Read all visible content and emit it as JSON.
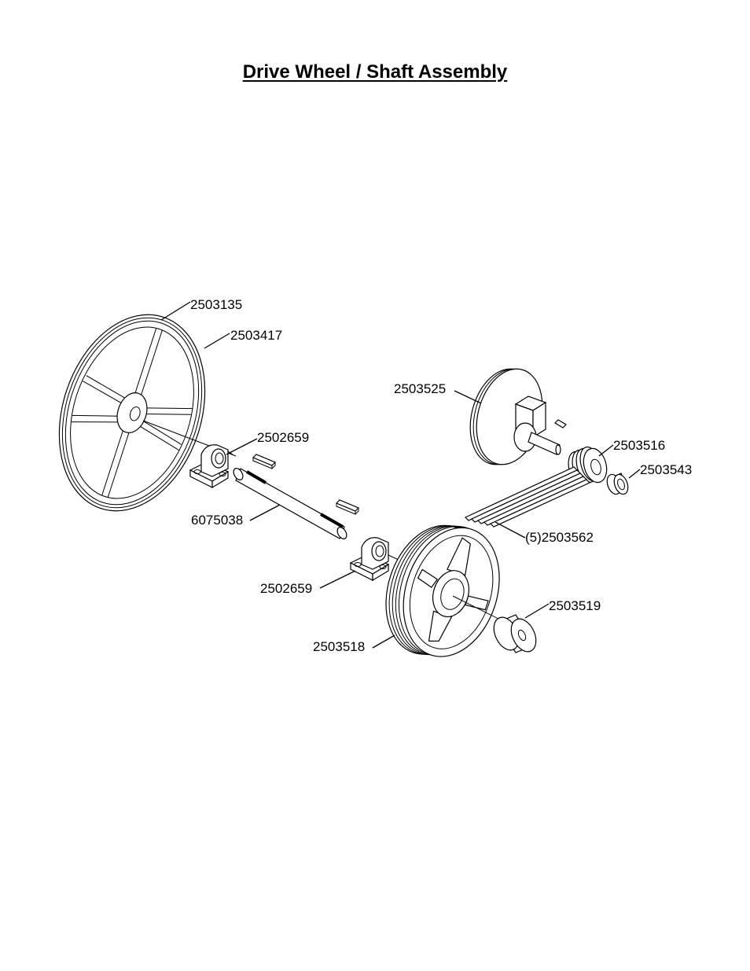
{
  "title": "Drive Wheel / Shaft Assembly",
  "labels": {
    "p2503135": "2503135",
    "p2503417": "2503417",
    "p2503525": "2503525",
    "p2502659_top": "2502659",
    "p2503516": "2503516",
    "p2503543": "2503543",
    "p6075038": "6075038",
    "p2503562": "(5)2503562",
    "p2502659_bottom": "2502659",
    "p2503519": "2503519",
    "p2503518": "2503518"
  }
}
